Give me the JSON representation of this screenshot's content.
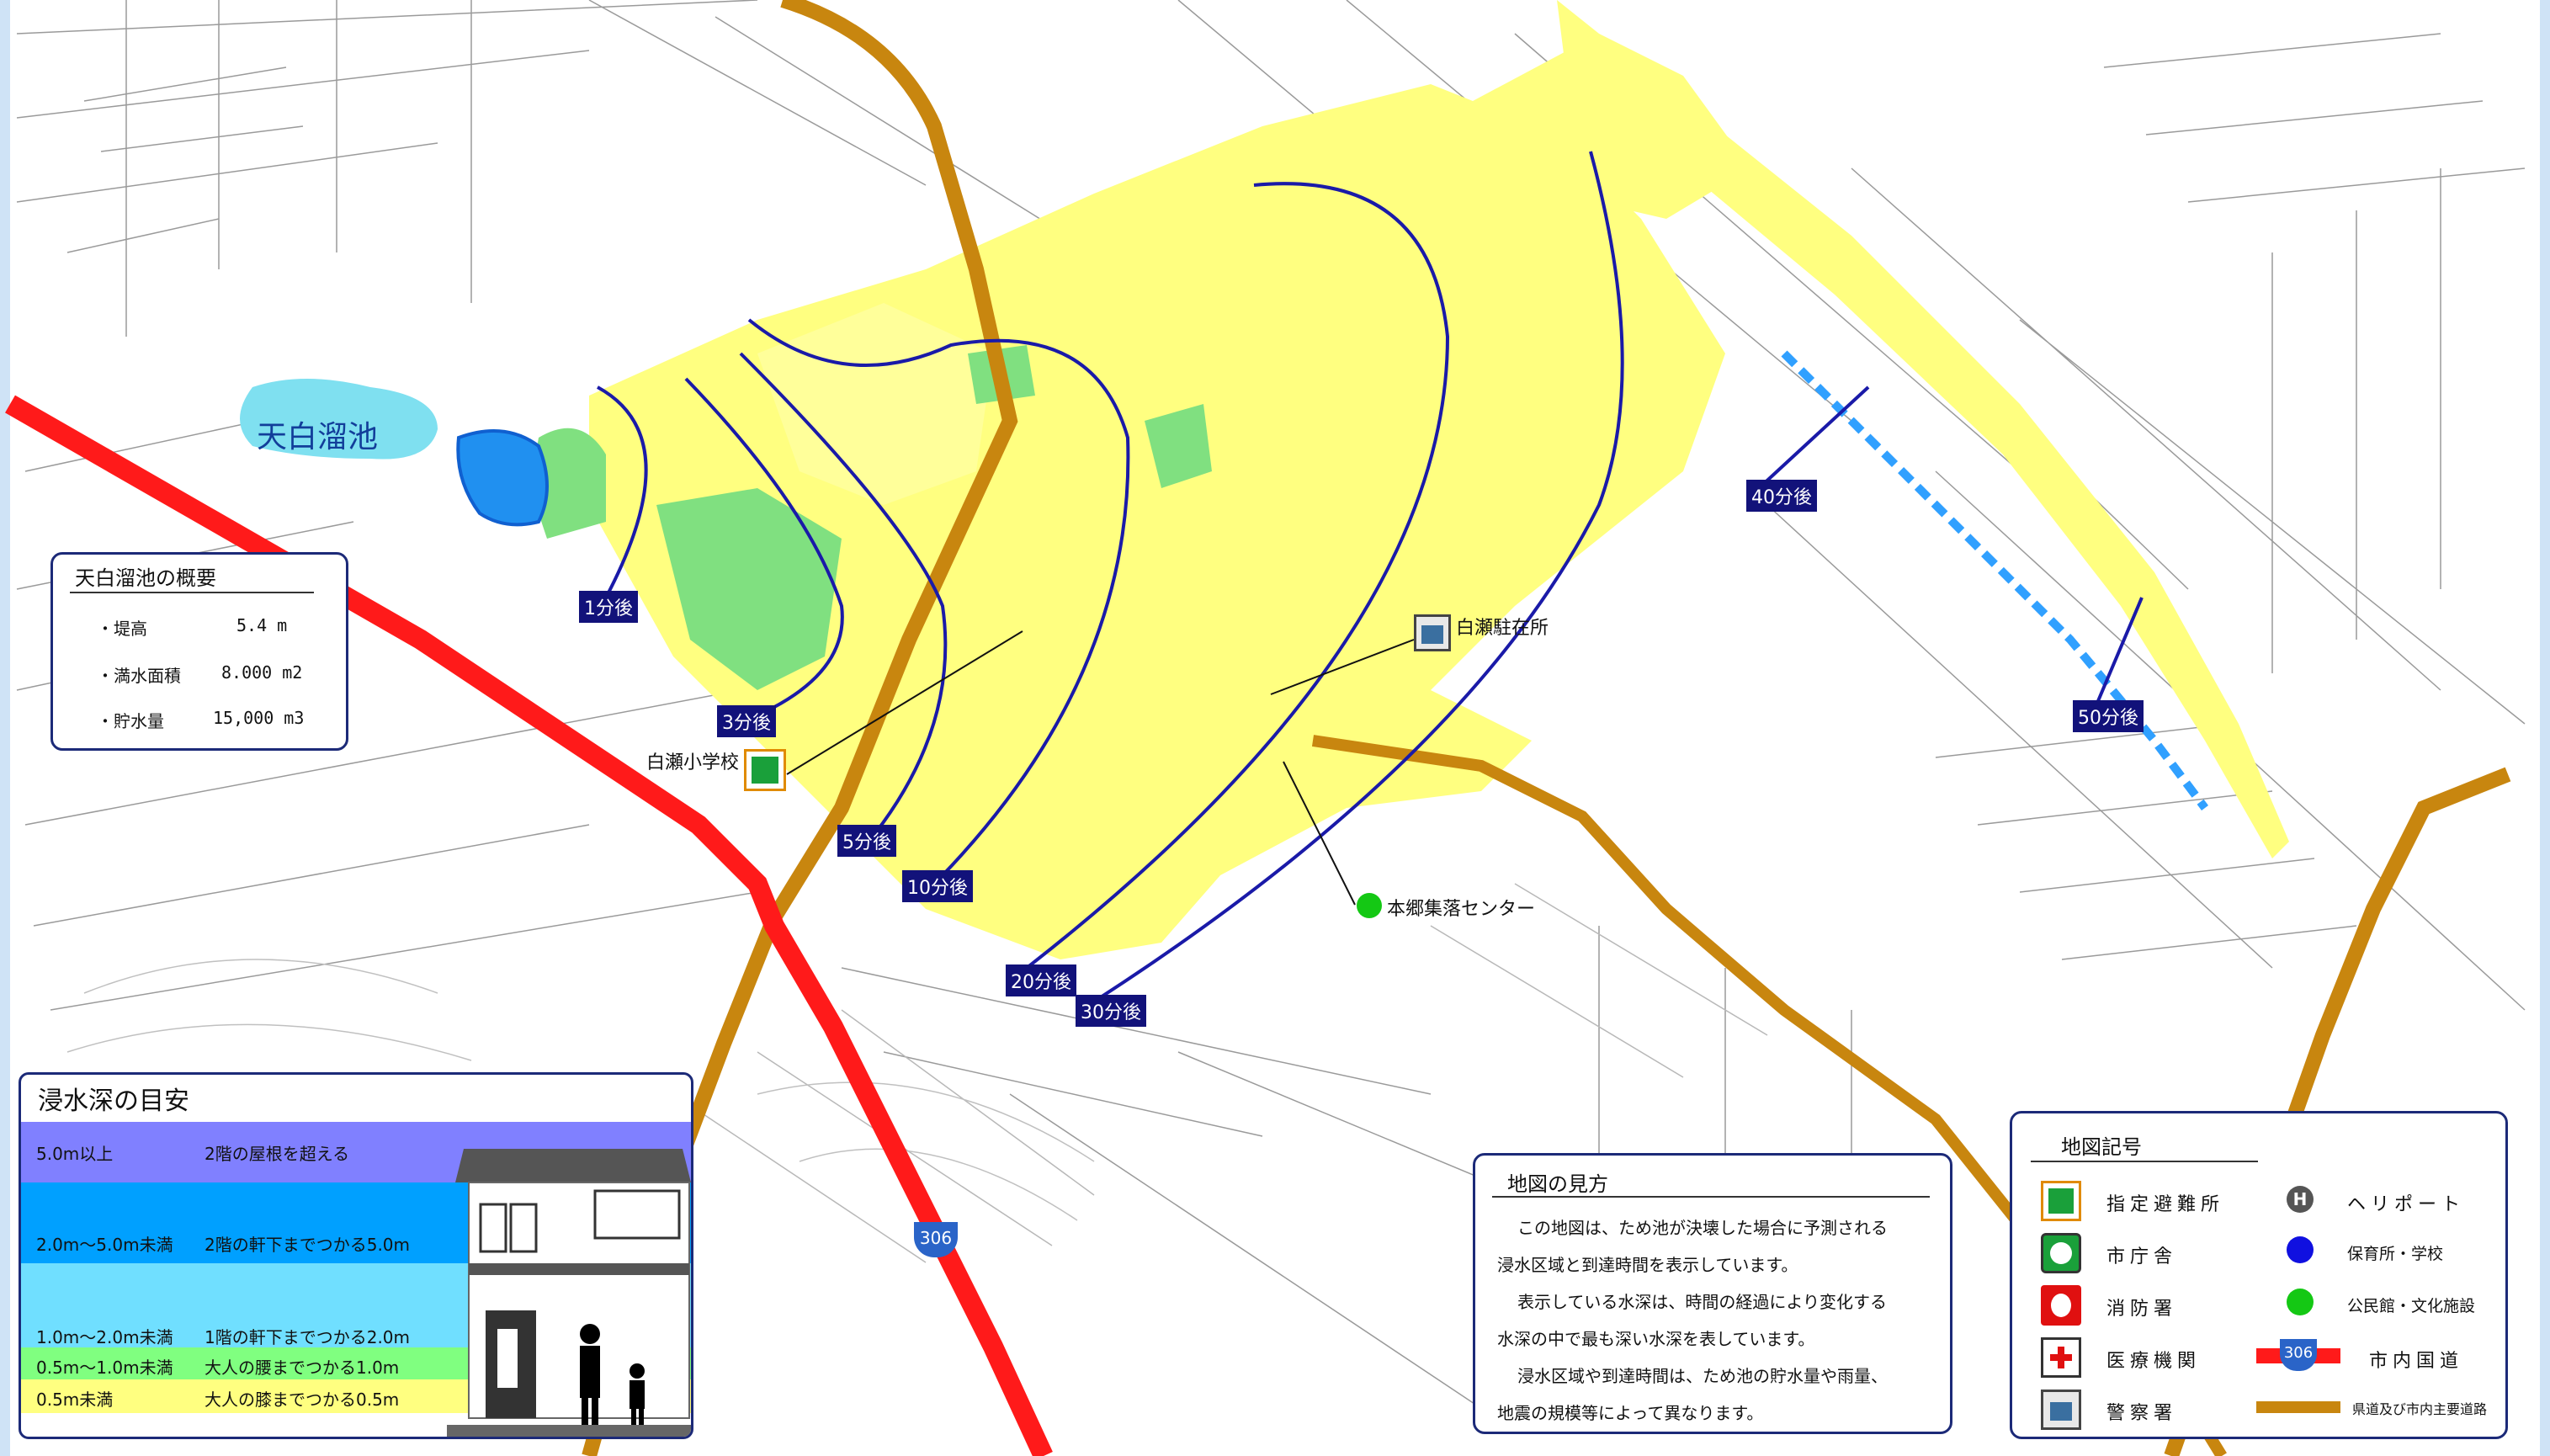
{
  "pond": {
    "name": "天白溜池"
  },
  "time_labels": [
    "1分後",
    "3分後",
    "5分後",
    "10分後",
    "20分後",
    "30分後",
    "40分後",
    "50分後"
  ],
  "places": {
    "school": "白瀬小学校",
    "police_box": "白瀬駐在所",
    "community_center": "本郷集落センター"
  },
  "route_shield": "306",
  "overview": {
    "title": "天白溜池の概要",
    "rows": [
      {
        "label": "・堤高",
        "value": "5.4 m"
      },
      {
        "label": "・満水面積",
        "value": "8.000 m2"
      },
      {
        "label": "・貯水量",
        "value": "15,000 m3"
      }
    ]
  },
  "depth_guide": {
    "title": "浸水深の目安",
    "rows": [
      {
        "range": "5.0m以上",
        "desc": "2階の屋根を超える",
        "color": "#8080ff"
      },
      {
        "range": "2.0m～5.0m未満",
        "desc": "2階の軒下までつかる5.0m",
        "color": "#00a0ff"
      },
      {
        "range": "1.0m～2.0m未満",
        "desc": "1階の軒下までつかる2.0m",
        "color": "#70dfff"
      },
      {
        "range": "0.5m～1.0m未満",
        "desc": "大人の腰までつかる1.0m",
        "color": "#80ff80"
      },
      {
        "range": "0.5m未満",
        "desc": "大人の膝までつかる0.5m",
        "color": "#ffff80"
      }
    ]
  },
  "how_to_read": {
    "title": "地図の見方",
    "lines": [
      "この地図は、ため池が決壊した場合に予測される",
      "浸水区域と到達時間を表示しています。",
      "表示している水深は、時間の経過により変化する",
      "水深の中で最も深い水深を表しています。",
      "浸水区域や到達時間は、ため池の貯水量や雨量、",
      "地震の規模等によって異なります。"
    ]
  },
  "legend": {
    "title": "地図記号",
    "items": {
      "shelter": "指定避難所",
      "city_hall": "市庁舎",
      "fire_station": "消防署",
      "medical": "医療機関",
      "police": "警察署",
      "heliport": "ヘリポート",
      "nursery_school": "保育所・学校",
      "public_hall": "公民館・文化施設",
      "national_road": "市内国道",
      "prefectural_road": "県道及び市内主要道路"
    },
    "heliport_glyph": "H",
    "route_number": "306"
  },
  "colors": {
    "flood_shallow": "#ffff80",
    "flood_mid": "#80ff80",
    "flood_deep": "#00a0ff",
    "pond": "#7fe0f0",
    "arrival_line": "#1a1aa8",
    "national_road": "#ff1a1a",
    "prefectural_road": "#c8860f",
    "panel_border": "#1c2a78"
  }
}
